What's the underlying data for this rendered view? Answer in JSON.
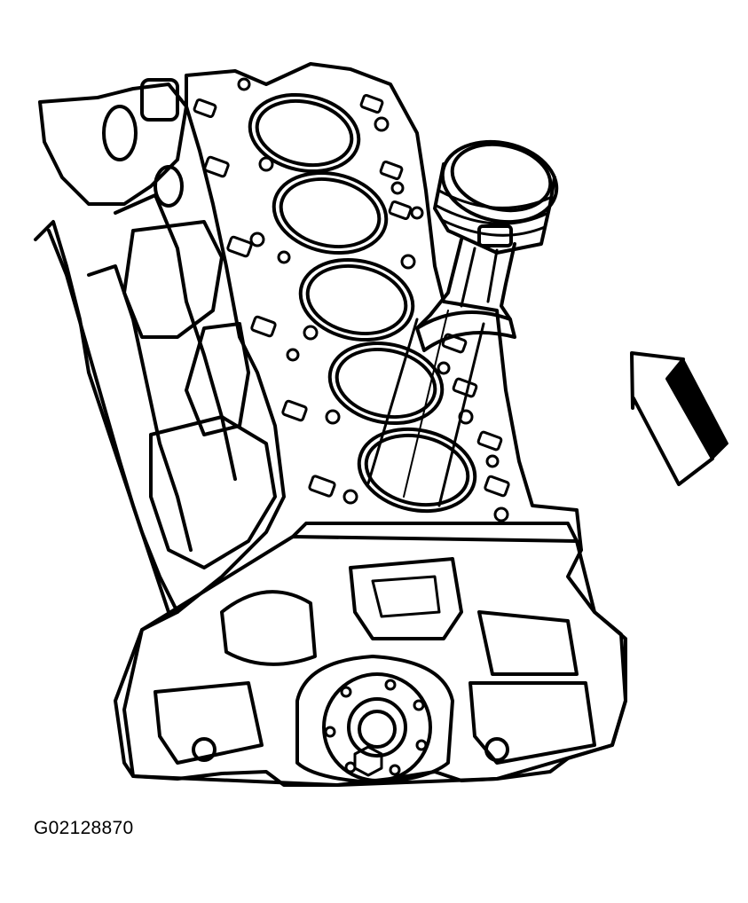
{
  "figure": {
    "figure_id": "G02128870",
    "line_color": "#000000",
    "background_color": "#ffffff",
    "components": [
      "engine-block",
      "cylinder-bore",
      "piston",
      "connecting-rod",
      "crankshaft-rear-seal",
      "direction-arrow"
    ]
  }
}
